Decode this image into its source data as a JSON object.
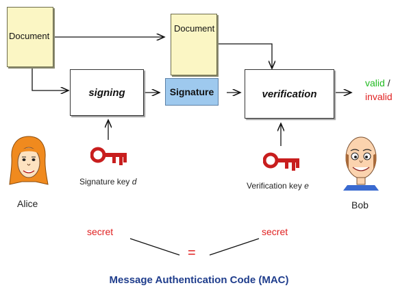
{
  "document_label_top": "Document",
  "document_label_mid": "Document",
  "signing_label": "signing",
  "signature_label": "Signature",
  "verification_label": "verification",
  "signature_key_label": "Signature key",
  "signature_key_var": "d",
  "verification_key_label": "Verification key",
  "verification_key_var": "e",
  "alice_label": "Alice",
  "bob_label": "Bob",
  "result_valid": "valid",
  "result_sep": "/",
  "result_invalid": "invalid",
  "secret_left": "secret",
  "secret_right": "secret",
  "equals_sign": "=",
  "footer_title": "Message Authentication Code (MAC)",
  "colors": {
    "document_fill": "#fbf6c4",
    "signature_fill": "#9ec9ee",
    "key_red": "#c81e1e",
    "valid_green": "#22bb22",
    "invalid_red": "#e02020",
    "title_blue": "#1f3d8c"
  },
  "icons": [
    "alice-face-icon",
    "bob-face-icon",
    "signature-key-icon",
    "verification-key-icon"
  ]
}
